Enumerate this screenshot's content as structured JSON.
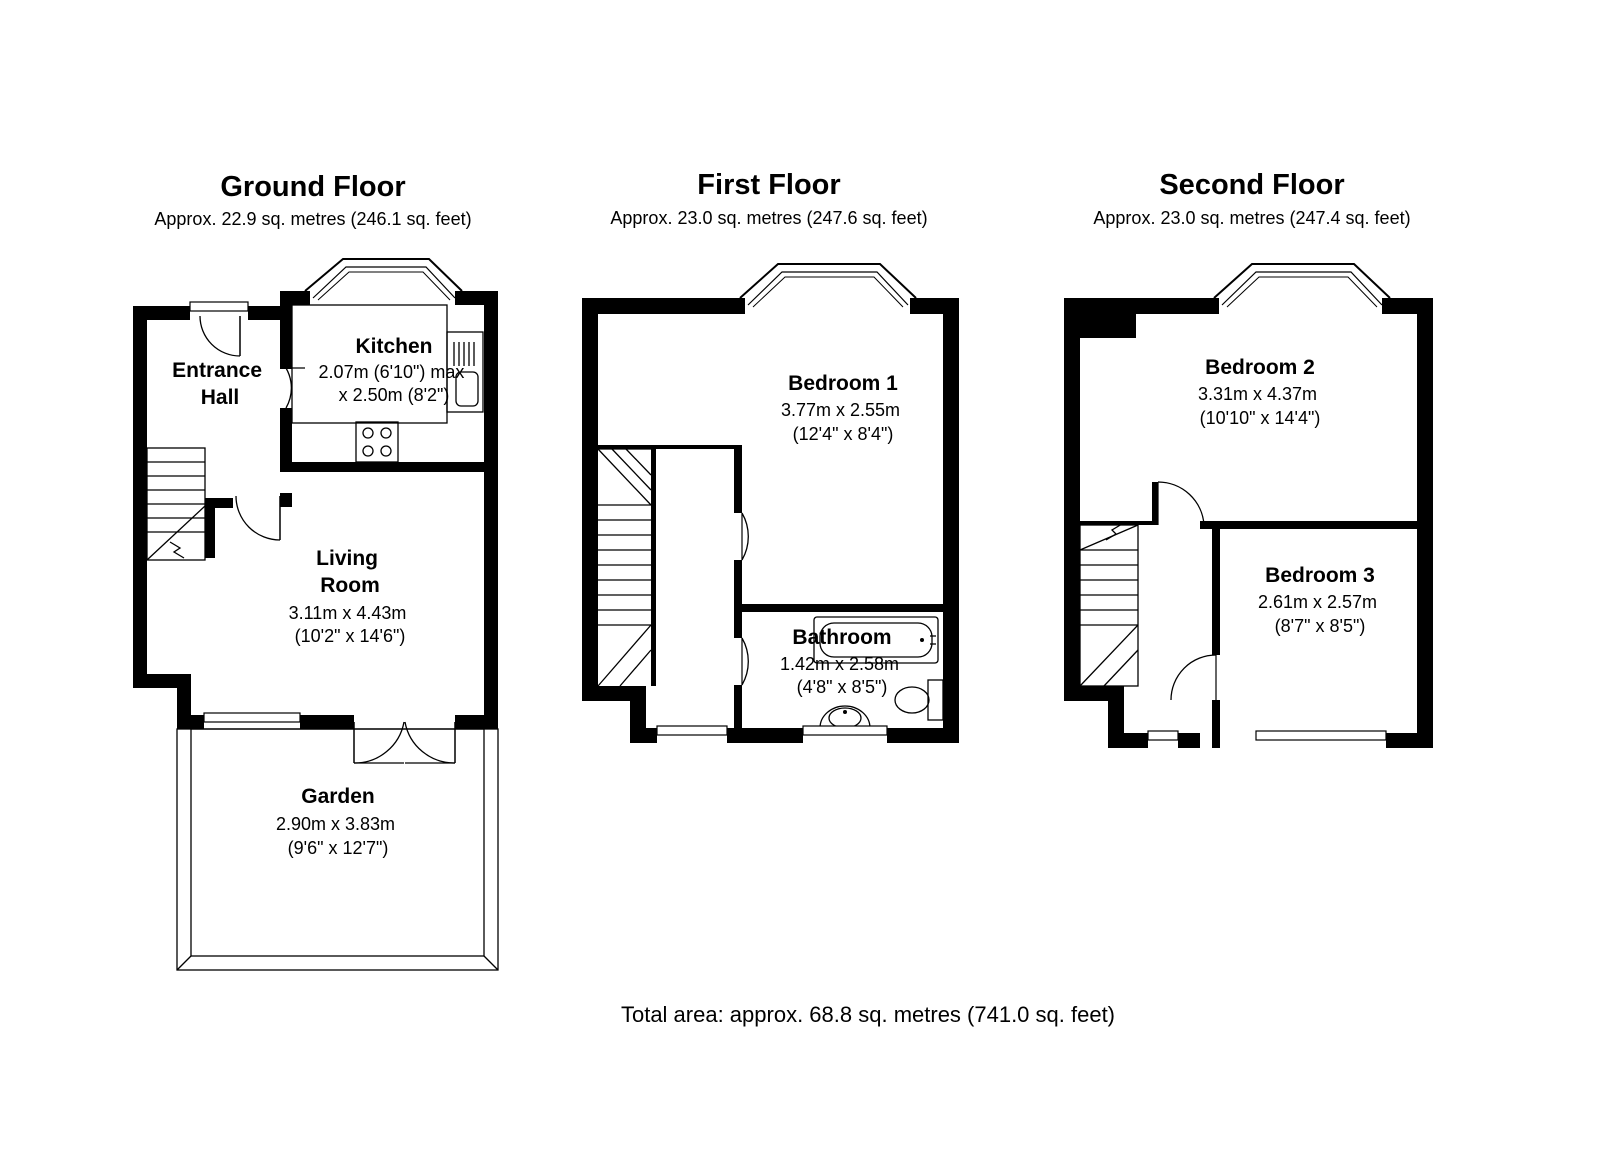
{
  "floors": [
    {
      "title": "Ground Floor",
      "area": "Approx.  22.9 sq. metres (246.1 sq. feet)",
      "rooms": [
        {
          "name_lines": [
            "Entrance",
            "Hall"
          ],
          "dims": []
        },
        {
          "name_lines": [
            "Kitchen"
          ],
          "dims": [
            "2.07m (6'10\") max",
            "x 2.50m (8'2\")"
          ]
        },
        {
          "name_lines": [
            "Living",
            "Room"
          ],
          "dims": [
            "3.11m x 4.43m",
            "(10'2\" x 14'6\")"
          ]
        },
        {
          "name_lines": [
            "Garden"
          ],
          "dims": [
            "2.90m x 3.83m",
            "(9'6\" x 12'7\")"
          ]
        }
      ]
    },
    {
      "title": "First Floor",
      "area": "Approx.  23.0 sq. metres (247.6 sq. feet)",
      "rooms": [
        {
          "name_lines": [
            "Bedroom 1"
          ],
          "dims": [
            "3.77m x 2.55m",
            "(12'4\" x 8'4\")"
          ]
        },
        {
          "name_lines": [
            "Bathroom"
          ],
          "dims": [
            "1.42m x 2.58m",
            "(4'8\" x 8'5\")"
          ]
        }
      ]
    },
    {
      "title": "Second Floor",
      "area": "Approx.  23.0 sq. metres (247.4 sq. feet)",
      "rooms": [
        {
          "name_lines": [
            "Bedroom 2"
          ],
          "dims": [
            "3.31m x 4.37m",
            "(10'10\" x 14'4\")"
          ]
        },
        {
          "name_lines": [
            "Bedroom 3"
          ],
          "dims": [
            "2.61m x 2.57m",
            "(8'7\" x 8'5\")"
          ]
        }
      ]
    }
  ],
  "total_area": "Total area: approx.  68.8 sq. metres (741.0 sq. feet)"
}
